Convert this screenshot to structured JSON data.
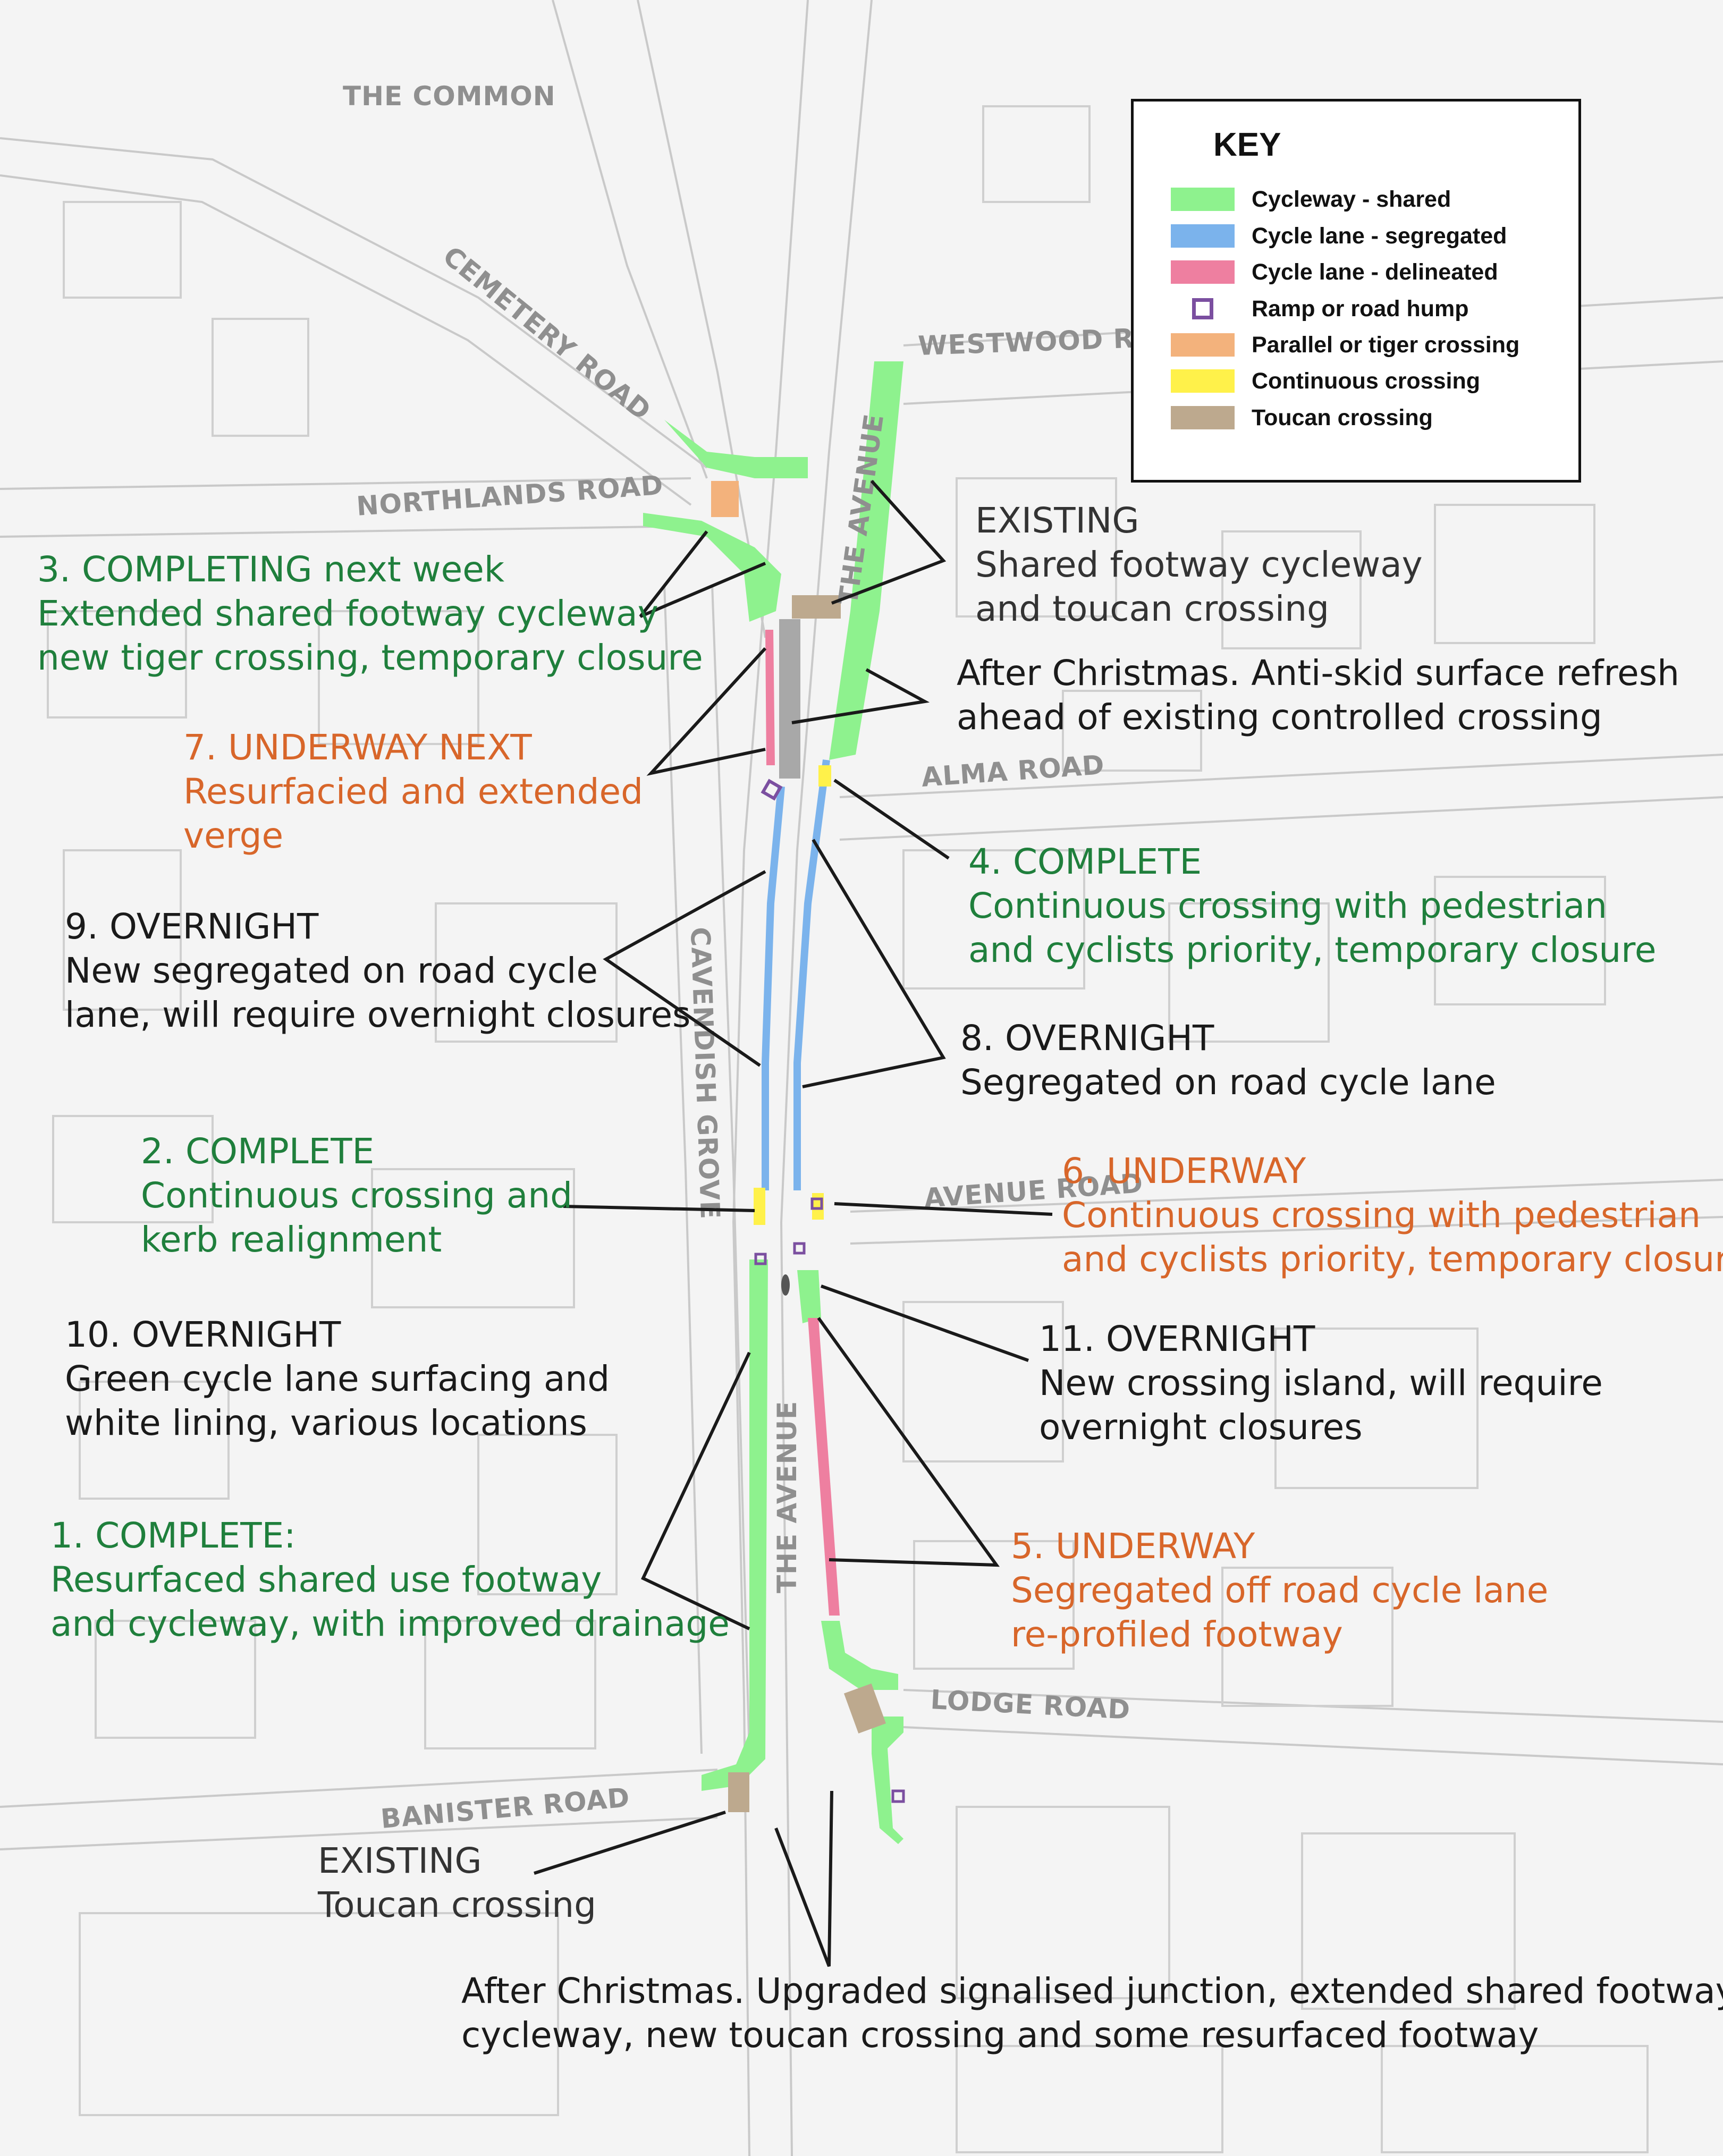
{
  "colors": {
    "cycleway_shared": "#8ef28e",
    "cycle_lane_segregated": "#7bb3ec",
    "cycle_lane_delineated": "#ee7fa0",
    "ramp_hump": "#7b4fa0",
    "parallel_tiger": "#f3b27c",
    "continuous": "#fff14a",
    "toucan": "#bda98e",
    "green_text": "#1f7f3c",
    "orange_text": "#d8662a"
  },
  "roads": {
    "the_common": "THE COMMON",
    "cemetery_road": "CEMETERY ROAD",
    "westwood_road": "WESTWOOD RO",
    "northlands_road": "NORTHLANDS ROAD",
    "the_avenue_north": "THE AVENUE",
    "alma_road": "ALMA ROAD",
    "cavendish_grove": "CAVENDISH GROVE",
    "avenue_road": "AVENUE ROAD",
    "the_avenue_south": "THE AVENUE",
    "lodge_road": "LODGE ROAD",
    "banister_road": "BANISTER ROAD"
  },
  "key": {
    "title": "KEY",
    "items": [
      {
        "label": "Cycleway - shared",
        "swatch": "cycleway_shared"
      },
      {
        "label": "Cycle lane - segregated",
        "swatch": "cycle_lane_segregated"
      },
      {
        "label": "Cycle lane - delineated",
        "swatch": "cycle_lane_delineated"
      },
      {
        "label": "Ramp or road hump",
        "swatch": "ramp_hump"
      },
      {
        "label": "Parallel or tiger crossing",
        "swatch": "parallel_tiger"
      },
      {
        "label": "Continuous crossing",
        "swatch": "continuous"
      },
      {
        "label": "Toucan crossing",
        "swatch": "toucan"
      }
    ]
  },
  "annotations": {
    "existing_top": {
      "title": "EXISTING",
      "lines": [
        "Shared footway cycleway",
        "and toucan crossing"
      ]
    },
    "n3": {
      "title": "3. COMPLETING next week",
      "lines": [
        "Extended shared footway cycleway",
        "new tiger crossing, temporary closure"
      ]
    },
    "after_christmas_top": {
      "lines": [
        "After Christmas. Anti-skid surface refresh",
        "ahead of existing controlled crossing"
      ]
    },
    "n7": {
      "title": "7. UNDERWAY NEXT",
      "lines": [
        "Resurfacied and extended",
        "verge"
      ]
    },
    "n4": {
      "title": "4. COMPLETE",
      "lines": [
        "Continuous crossing with pedestrian",
        "and cyclists priority, temporary closure"
      ]
    },
    "n9": {
      "title": "9. OVERNIGHT",
      "lines": [
        "New segregated on road cycle",
        "lane, will require overnight closures"
      ]
    },
    "n8": {
      "title": "8. OVERNIGHT",
      "lines": [
        "Segregated on road cycle lane"
      ]
    },
    "n2": {
      "title": "2. COMPLETE",
      "lines": [
        "Continuous crossing and",
        "kerb realignment"
      ]
    },
    "n6": {
      "title": "6. UNDERWAY",
      "lines": [
        "Continuous crossing with pedestrian",
        "and cyclists priority, temporary closure"
      ]
    },
    "n10": {
      "title": "10. OVERNIGHT",
      "lines": [
        "Green cycle lane surfacing and",
        "white lining, various locations"
      ]
    },
    "n11": {
      "title": "11. OVERNIGHT",
      "lines": [
        "New crossing island, will require",
        "overnight closures"
      ]
    },
    "n1": {
      "title": "1. COMPLETE:",
      "lines": [
        "Resurfaced shared use footway",
        "and cycleway, with improved drainage"
      ]
    },
    "n5": {
      "title": "5. UNDERWAY",
      "lines": [
        "Segregated off road cycle lane",
        "re-profiled footway"
      ]
    },
    "existing_bottom": {
      "title": "EXISTING",
      "lines": [
        "Toucan crossing"
      ]
    },
    "after_christmas_bottom": {
      "lines": [
        "After Christmas. Upgraded signalised junction, extended shared footway",
        "cycleway, new toucan crossing and some resurfaced footway"
      ]
    }
  }
}
